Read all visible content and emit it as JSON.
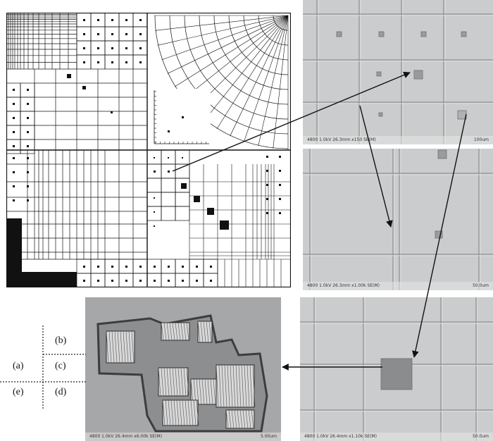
{
  "legend": {
    "a": "(a)",
    "b": "(b)",
    "c": "(c)",
    "d": "(d)",
    "e": "(e)"
  },
  "sem_panels": {
    "c": {
      "info": "4800 1.0kV 26.3mm x150 SE(M)",
      "scale": "100um"
    },
    "d": {
      "info": "4800 1.0kV 26.3mm x1.00k SE(M)",
      "scale": "50.0um"
    },
    "e": {
      "info": "4800 1.0kV 26.4mm x1.10k SE(M)",
      "scale": "50.0um"
    },
    "b": {
      "info": "4800 1.0kV 26.4mm x6.00k SE(M)",
      "scale": "5.00um"
    }
  },
  "colors": {
    "ink": "#111111",
    "sem_bg": "#c9cacb",
    "sem_dark": "#8a8b8d"
  }
}
